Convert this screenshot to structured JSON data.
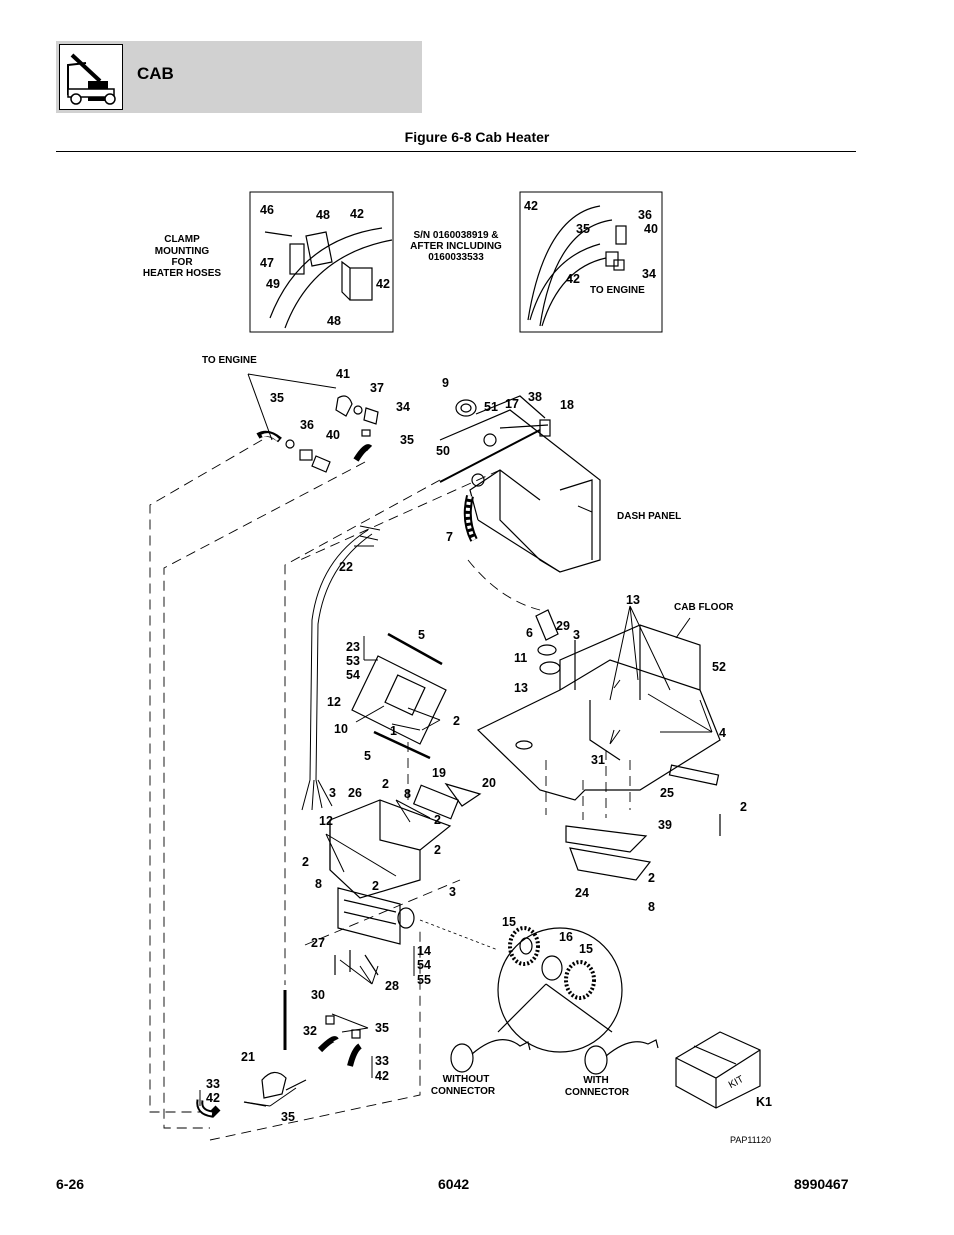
{
  "header": {
    "section_title": "CAB",
    "figure_title": "Figure 6-8 Cab Heater"
  },
  "icons": {
    "logo": "telehandler-icon"
  },
  "colors": {
    "header_band": "#d1d1d1"
  },
  "captions": {
    "clamp_1": "CLAMP",
    "clamp_2": "MOUNTING",
    "clamp_3": "FOR",
    "clamp_4": "HEATER HOSES",
    "sn_1": "S/N 0160038919 &",
    "sn_2": "AFTER INCLUDING",
    "sn_3": "0160033533",
    "to_engine_inset": "TO ENGINE",
    "to_engine_main": "TO ENGINE",
    "dash_panel": "DASH PANEL",
    "cab_floor": "CAB FLOOR",
    "without_1": "WITHOUT",
    "without_2": "CONNECTOR",
    "with_1": "WITH",
    "with_2": "CONNECTOR",
    "kit_box": "KIT",
    "kit_label": "K1",
    "drawing_number": "PAP11120"
  },
  "callouts": {
    "c46": "46",
    "c48a": "48",
    "c42a": "42",
    "c47": "47",
    "c49": "49",
    "c42b": "42",
    "c48b": "48",
    "c42c": "42",
    "c36a": "36",
    "c35a": "35",
    "c40a": "40",
    "c42d": "42",
    "c34a": "34",
    "c41": "41",
    "c37": "37",
    "c35b": "35",
    "c34b": "34",
    "c36b": "36",
    "c40b": "40",
    "c35c": "35",
    "c9": "9",
    "c51": "51",
    "c17": "17",
    "c38": "38",
    "c18": "18",
    "c50": "50",
    "c7": "7",
    "c22": "22",
    "c13a": "13",
    "c5a": "5",
    "c23": "23",
    "c53a": "53",
    "c54a": "54",
    "c6": "6",
    "c29": "29",
    "c3a": "3",
    "c52": "52",
    "c11": "11",
    "c13b": "13",
    "c12a": "12",
    "c10": "10",
    "c1": "1",
    "c2a": "2",
    "c5b": "5",
    "c4": "4",
    "c31": "31",
    "c3b": "3",
    "c26": "26",
    "c2b": "2",
    "c19": "19",
    "c20": "20",
    "c8a": "8",
    "c12b": "12",
    "c2c": "2",
    "c25": "25",
    "c2d": "2",
    "c39": "39",
    "c2e": "2",
    "c8b": "8",
    "c2f": "2",
    "c3c": "3",
    "c24": "24",
    "c2g": "2",
    "c8c": "8",
    "c15a": "15",
    "c16": "16",
    "c15b": "15",
    "c14": "14",
    "c54b": "54",
    "c55": "55",
    "c27": "27",
    "c28": "28",
    "c30": "30",
    "c35d": "35",
    "c32": "32",
    "c33a": "33",
    "c42e": "42",
    "c21": "21",
    "c33b": "33",
    "c42f": "42",
    "c35e": "35"
  },
  "footer": {
    "page_number": "6-26",
    "model": "6042",
    "manual_number": "8990467"
  }
}
